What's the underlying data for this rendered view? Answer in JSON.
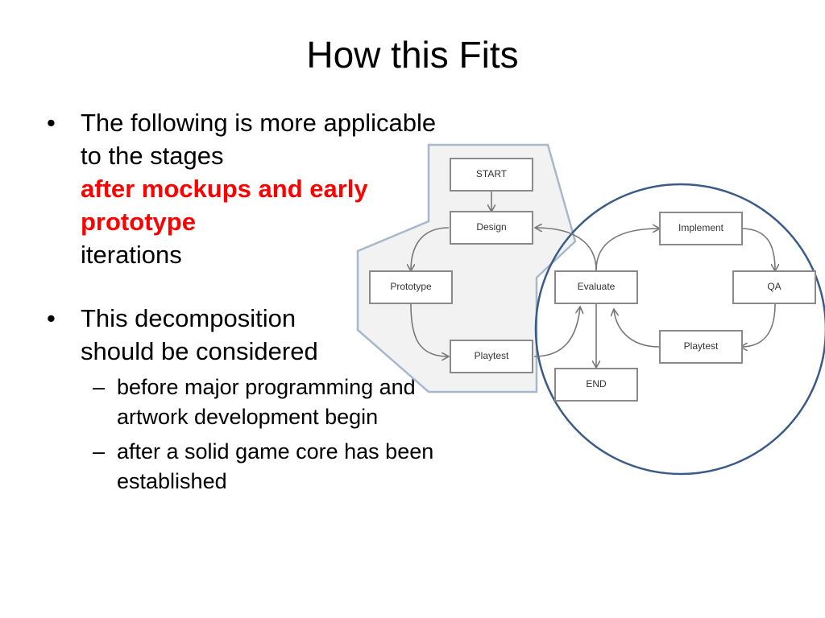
{
  "title": "How this Fits",
  "bullets": [
    {
      "line1": "The following is more applicable",
      "line2": "to the stages",
      "highlight1": "after mockups and early",
      "highlight2": "prototype",
      "line3": "iterations"
    },
    {
      "line1": "This decomposition",
      "line2": "should be considered",
      "subs": [
        {
          "line1": "before major programming and",
          "line2": "artwork development begin"
        },
        {
          "line1": "after a solid game core has been",
          "line2": "established"
        }
      ]
    }
  ],
  "bullet_glyph": "•",
  "dash_glyph": "–",
  "diagram": {
    "nodes": {
      "start": "START",
      "design": "Design",
      "prototype": "Prototype",
      "playtest_left": "Playtest",
      "evaluate": "Evaluate",
      "implement": "Implement",
      "qa": "QA",
      "playtest_right": "Playtest",
      "end": "END"
    },
    "colors": {
      "highlight_text": "#ff0000",
      "region_fill": "#f2f2f2",
      "region_stroke": "#a7b8cc",
      "circle_stroke": "#3b5b86"
    }
  }
}
